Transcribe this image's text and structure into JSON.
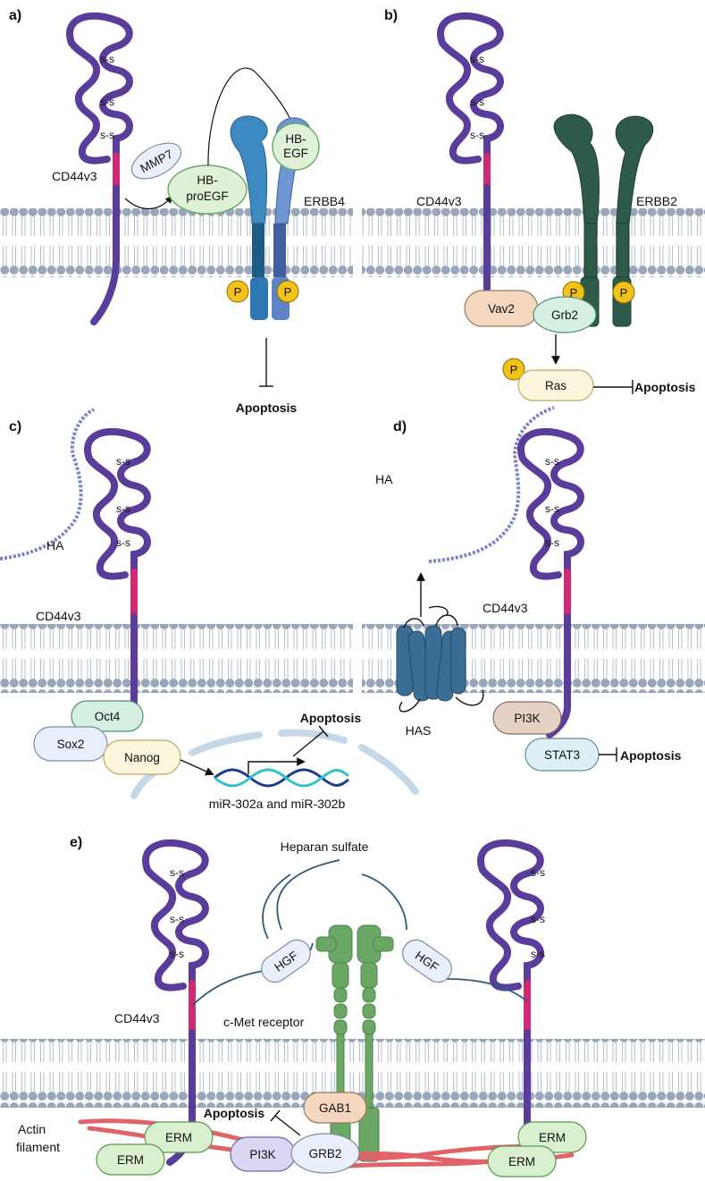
{
  "panels": {
    "a": {
      "label": "a)",
      "ss_bonds": [
        "s-s",
        "s-s",
        "s-s"
      ],
      "cd44": "CD44v3",
      "mmp7": "MMP7",
      "hb_proegf": [
        "HB-",
        "proEGF"
      ],
      "hb_egf": [
        "HB-",
        "EGF"
      ],
      "receptor": "ERBB4",
      "phospho": [
        "P",
        "P"
      ],
      "apoptosis": "Apoptosis"
    },
    "b": {
      "label": "b)",
      "ss_bonds": [
        "s-s",
        "s-s",
        "s-s"
      ],
      "cd44": "CD44v3",
      "receptor": "ERBB2",
      "vav2": "Vav2",
      "grb2": "Grb2",
      "phospho": [
        "P",
        "P"
      ],
      "ras_phospho": "P",
      "ras": "Ras",
      "apoptosis": "Apoptosis"
    },
    "c": {
      "label": "c)",
      "ss_bonds": [
        "s-s",
        "s-s",
        "s-s"
      ],
      "ha": "HA",
      "cd44": "CD44v3",
      "oct4": "Oct4",
      "sox2": "Sox2",
      "nanog": "Nanog",
      "apoptosis": "Apoptosis",
      "mirna": "miR-302a and miR-302b"
    },
    "d": {
      "label": "d)",
      "ss_bonds": [
        "s-s",
        "s-s",
        "s-s"
      ],
      "ha": "HA",
      "cd44": "CD44v3",
      "has": "HAS",
      "pi3k": "PI3K",
      "stat3": "STAT3",
      "apoptosis": "Apoptosis"
    },
    "e": {
      "label": "e)",
      "ss_bonds": [
        "s-s",
        "s-s",
        "s-s"
      ],
      "ss_bonds_right": [
        "s-s",
        "s-s",
        "s-s"
      ],
      "heparan": "Heparan sulfate",
      "hgf_left": "HGF",
      "hgf_right": "HGF",
      "cd44": "CD44v3",
      "cmet": "c-Met receptor",
      "actin": [
        "Actin",
        "filament"
      ],
      "apoptosis": "Apoptosis",
      "gab1": "GAB1",
      "erm_left": [
        "ERM",
        "ERM"
      ],
      "pi3k": "PI3K",
      "grb2": "GRB2",
      "erm_right": [
        "ERM",
        "ERM"
      ]
    }
  },
  "colors": {
    "cd44": "#5a3d9a",
    "cd44_variant": "#cf2a75",
    "ha": "#7b83c7",
    "membrane": "#9aa6ba",
    "erbb4": "#3d89c2",
    "erbb2": "#2e5a4a",
    "cmet": "#6aa765",
    "has": "#3b6e95",
    "phospho": "#f2c21b",
    "actin": "#e06368"
  }
}
